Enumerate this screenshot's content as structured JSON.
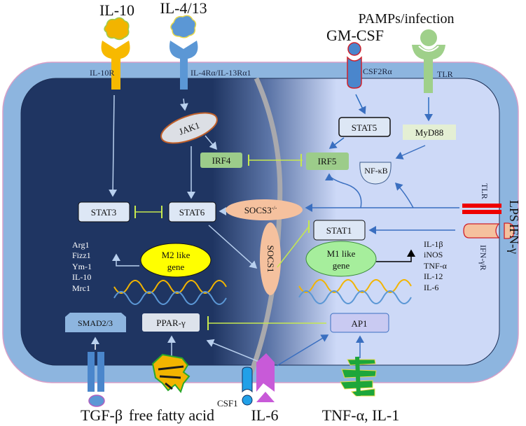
{
  "title": "Macrophage polarization signaling",
  "ligands": {
    "il10": "IL-10",
    "il413": "IL-4/13",
    "gmcsf": "GM-CSF",
    "pamps": "PAMPs/infection",
    "tgfb": "TGF-β",
    "ffa": "free fatty acid",
    "il6": "IL-6",
    "tnf": "TNF-α, IL-1",
    "lps": "LPS",
    "ifng": "IFN-γ",
    "csf1": "CSF1"
  },
  "receptors": {
    "il10r": "IL-10R",
    "il4r": "IL-4Rα/IL-13Rα1",
    "csf2ra": "CSF2Rα",
    "tlr_top": "TLR",
    "tlr_side": "TLR",
    "ifngr": "IFN-γR"
  },
  "nodes": {
    "jak1": "JAK1",
    "irf4": "IRF4",
    "irf5": "IRF5",
    "stat5": "STAT5",
    "myd88": "MyD88",
    "nfkb": "NF-κB",
    "stat3": "STAT3",
    "stat6": "STAT6",
    "socs3": "SOCS3",
    "socs3_sup": "-/-",
    "socs1": "SOCS1",
    "stat1": "STAT1",
    "smad": "SMAD2/3",
    "ppar": "PPAR-γ",
    "ap1": "AP1"
  },
  "m2": {
    "line1": "M2 like",
    "line2": "gene",
    "genes": [
      "Arg1",
      "Fizz1",
      "Ym-1",
      "IL-10",
      "Mrc1"
    ]
  },
  "m1": {
    "line1": "M1 like",
    "line2": "gene",
    "genes": [
      "IL-1β",
      "iNOS",
      "TNF-α",
      "IL-12",
      "IL-6"
    ]
  },
  "colors": {
    "dark": "#1f3562",
    "light": "#cdd9f7",
    "membrane": "#8db5df",
    "inhibit": "#c6e84e",
    "peach": "#f5c19e"
  }
}
